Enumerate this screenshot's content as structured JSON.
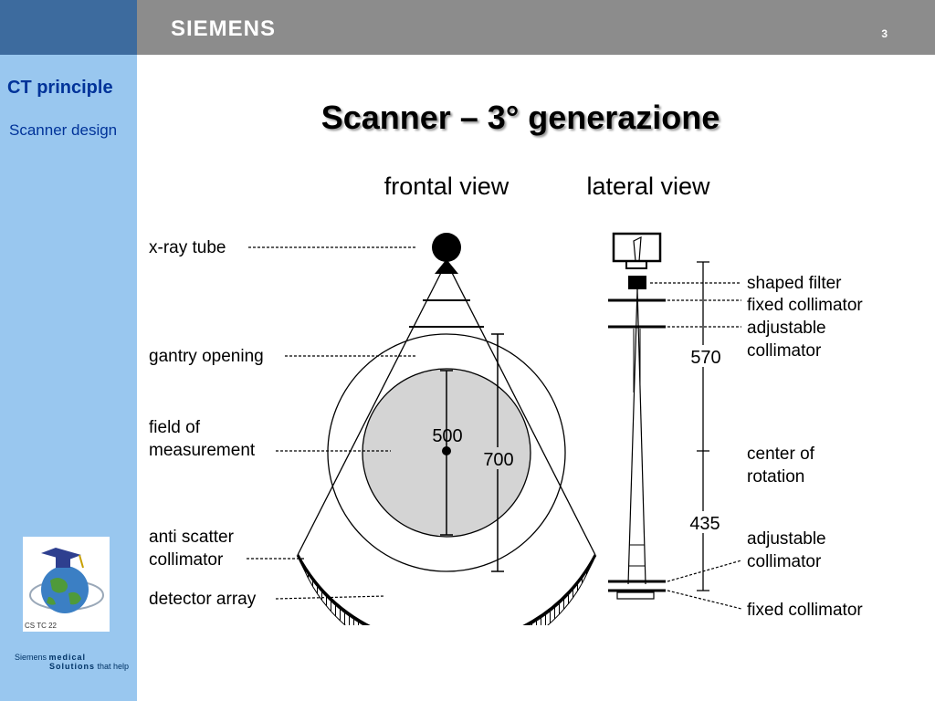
{
  "header": {
    "brand": "SIEMENS",
    "page_number": "3"
  },
  "sidebar": {
    "title": "CT principle",
    "subtitle": "Scanner design",
    "logo_caption": "CS TC 22",
    "footer_line1_prefix": "Siemens ",
    "footer_line1_bold": "medical",
    "footer_line2_bold": "Solutions",
    "footer_line2_suffix": " that help"
  },
  "slide": {
    "title": "Scanner – 3° generazione"
  },
  "diagram": {
    "frontal_view": "frontal view",
    "lateral_view": "lateral view",
    "labels": {
      "xray_tube": "x-ray tube",
      "gantry_opening": "gantry opening",
      "field_of": "field of",
      "measurement": "measurement",
      "anti_scatter": "anti scatter",
      "collimator": "collimator",
      "detector_array": "detector array",
      "shaped_filter": "shaped filter",
      "fixed_collimator_top": "fixed collimator",
      "adjustable": "adjustable",
      "adjustable_collimator": "collimator",
      "center_of": "center of",
      "rotation": "rotation",
      "adjustable_bottom": "adjustable",
      "adjustable_bottom_collimator": "collimator",
      "fixed_collimator_bottom": "fixed collimator"
    },
    "dimensions": {
      "field": "500",
      "gantry": "700",
      "upper": "570",
      "lower": "435"
    }
  },
  "colors": {
    "header_gray": "#8c8c8c",
    "header_blue": "#3d6b9e",
    "sidebar_blue": "#99c7ef",
    "title_blue": "#003399",
    "field_gray": "#d4d4d4"
  }
}
